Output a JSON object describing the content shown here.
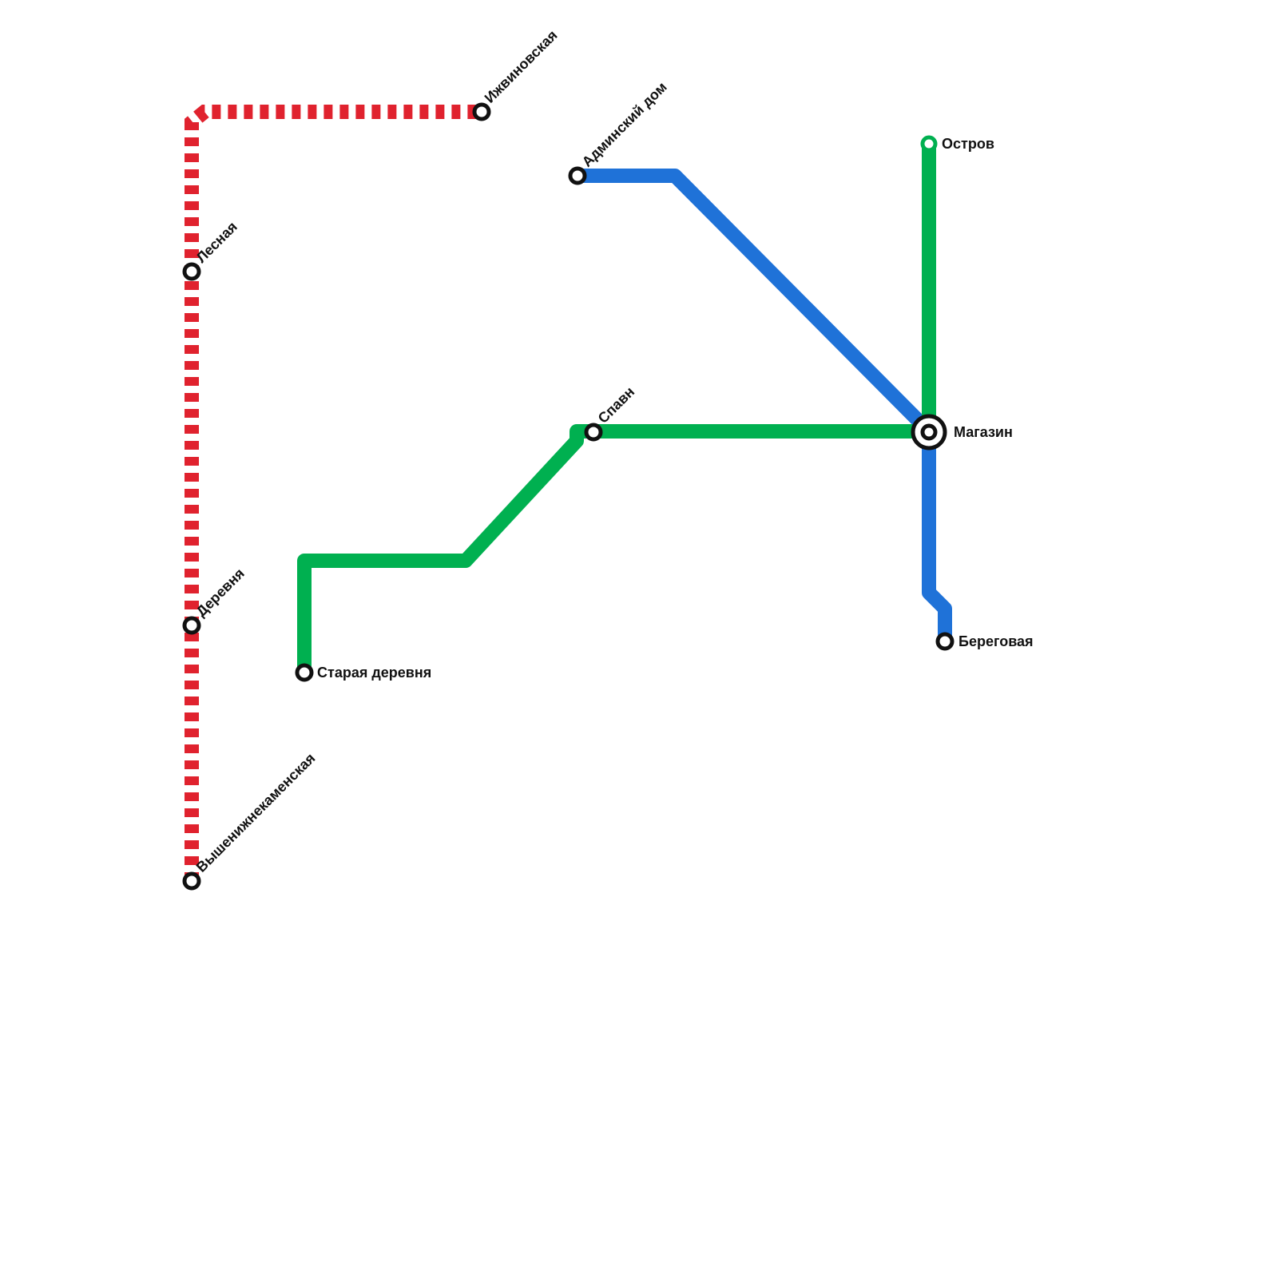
{
  "colors": {
    "red_line": "#e0222e",
    "green_line": "#00b050",
    "blue_line": "#1f72d8",
    "station_ring": "#111111",
    "station_fill": "#ffffff",
    "background": "#ffffff"
  },
  "lines": [
    {
      "id": "red",
      "color": "#e0222e",
      "style": "dashed",
      "stations": [
        "Ижвиновская",
        "Лесная",
        "Деревня",
        "Вышенижнекаменская"
      ]
    },
    {
      "id": "green",
      "color": "#00b050",
      "style": "solid",
      "stations": [
        "Остров",
        "Магазин",
        "Спавн",
        "Старая деревня"
      ]
    },
    {
      "id": "blue",
      "color": "#1f72d8",
      "style": "solid",
      "stations": [
        "Админский дом",
        "Магазин",
        "Береговая"
      ]
    }
  ],
  "stations": {
    "izhvinovskaya": "Ижвиновская",
    "lesnaya": "Лесная",
    "derevnya": "Деревня",
    "vyshenizhnekamenskaya": "Вышенижнекаменская",
    "adminsky_dom": "Админский дом",
    "ostrov": "Остров",
    "spavn": "Спавн",
    "magazin": "Магазин",
    "staraya_derevnya": "Старая деревня",
    "beregovaya": "Береговая"
  },
  "interchanges": [
    "Магазин"
  ]
}
